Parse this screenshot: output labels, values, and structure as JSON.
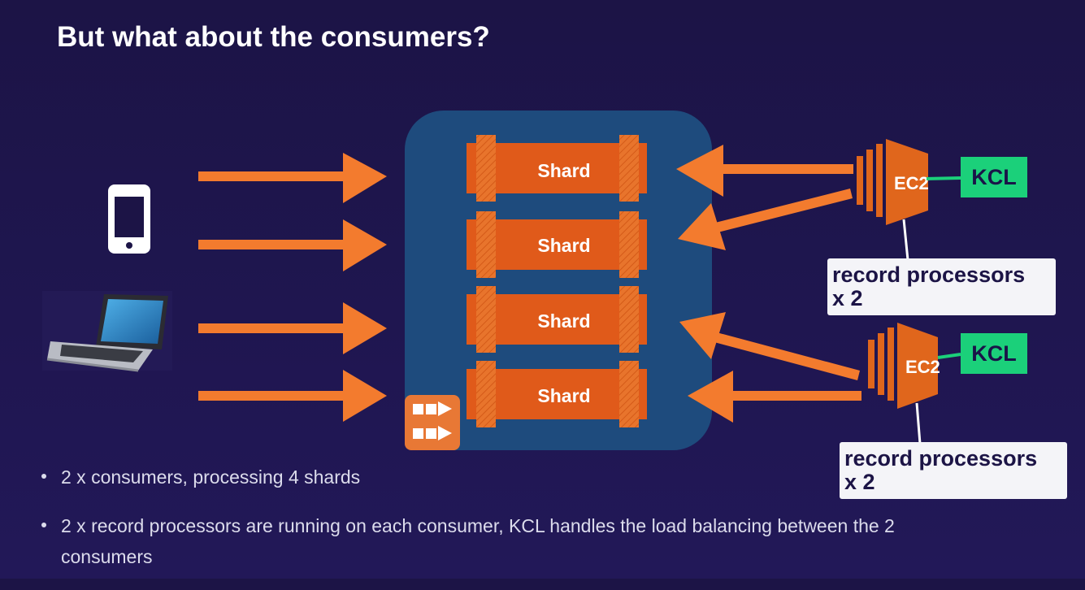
{
  "title": "But what about the consumers?",
  "shards": [
    "Shard",
    "Shard",
    "Shard",
    "Shard"
  ],
  "consumers": [
    {
      "instance_label": "EC2",
      "kcl_label": "KCL",
      "processors_line1": "record processors",
      "processors_line2": "x 2"
    },
    {
      "instance_label": "EC2",
      "kcl_label": "KCL",
      "processors_line1": "record processors",
      "processors_line2": "x 2"
    }
  ],
  "producer_icons": [
    "smartphone-icon",
    "laptop-icon"
  ],
  "stream_icon": "kinesis-stream-icon",
  "bullets": [
    "2 x consumers, processing 4 shards",
    "2 x record processors are running on each consumer, KCL handles the load balancing between the 2 consumers"
  ],
  "colors": {
    "background": "#1c1446",
    "stream": "#1e4b7d",
    "shard": "#e05a1a",
    "arrow": "#f37b2e",
    "ec2": "#e0661c",
    "kcl": "#1bd07a"
  }
}
